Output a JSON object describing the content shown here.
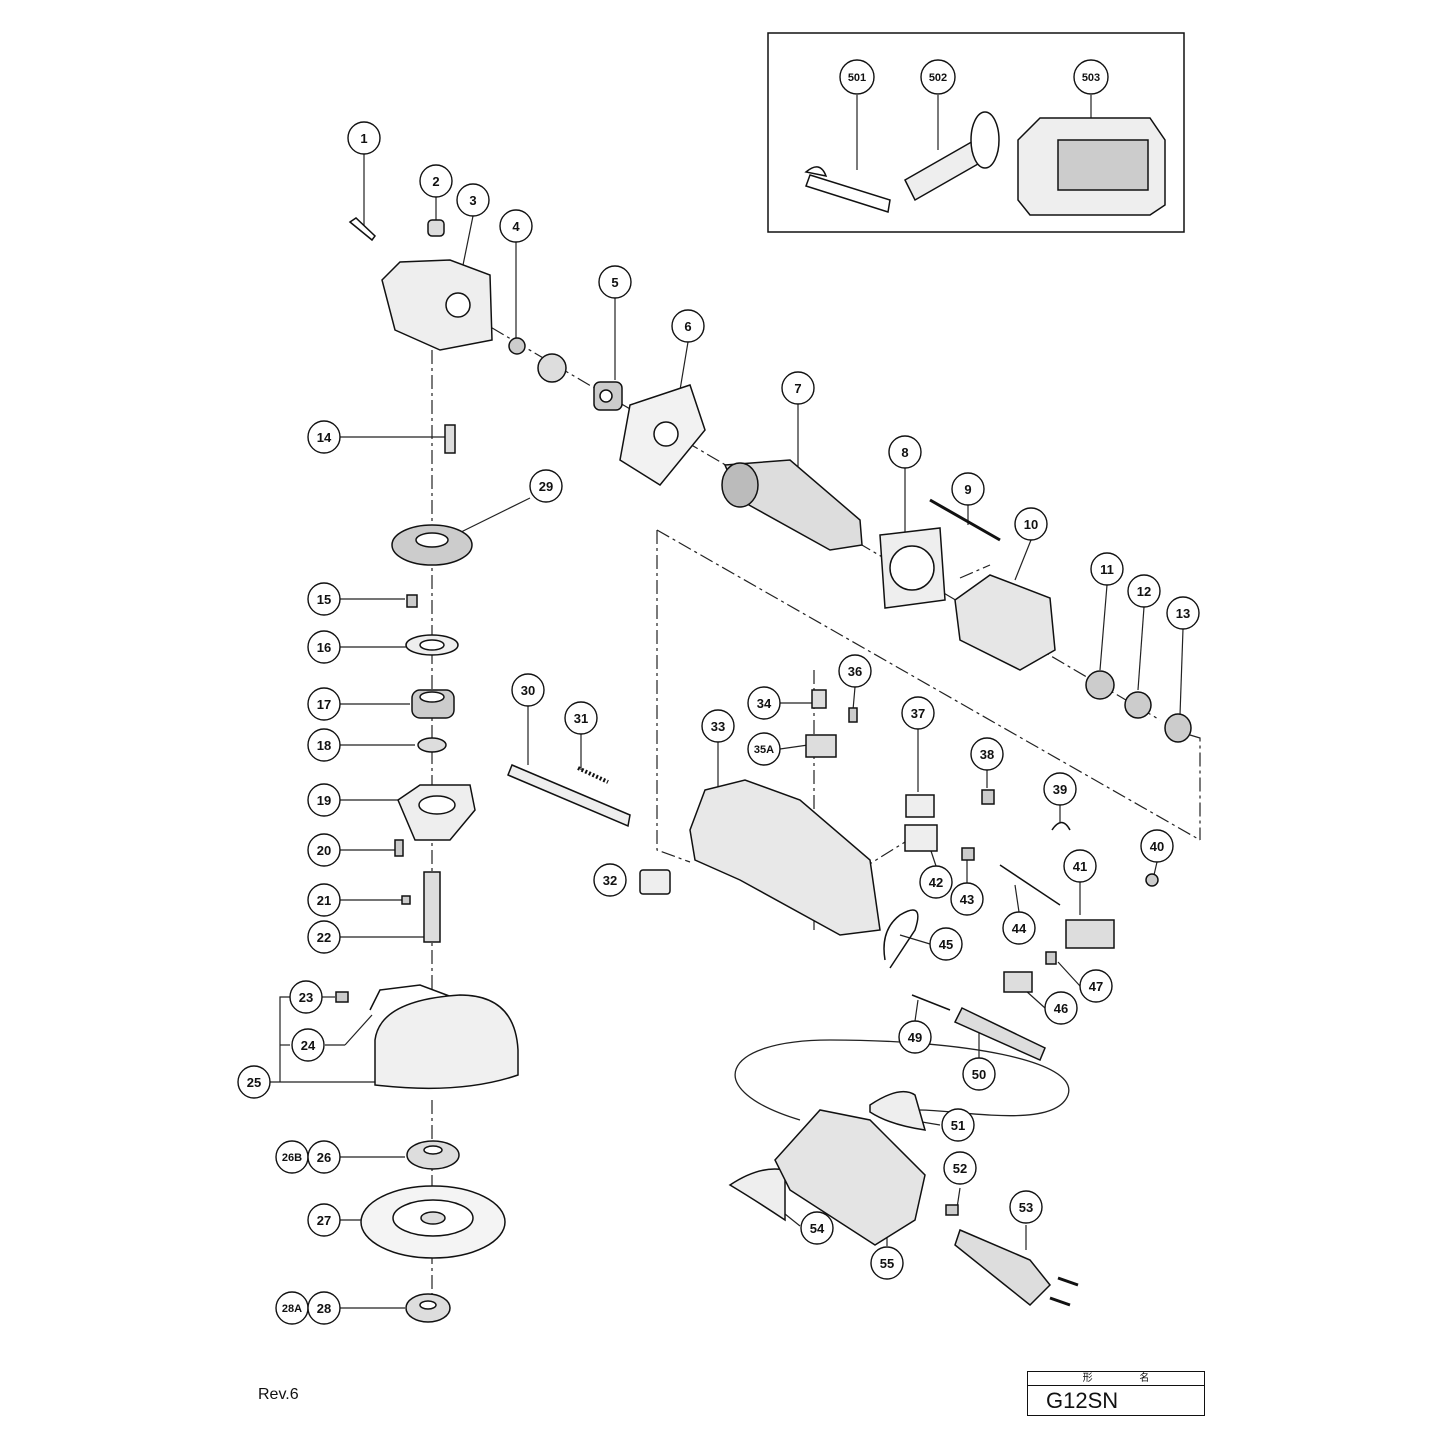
{
  "revision": "Rev.6",
  "model": {
    "header": "形 名",
    "name": "G12SN"
  },
  "labels": {
    "p1": "1",
    "p2": "2",
    "p3": "3",
    "p4": "4",
    "p5": "5",
    "p6": "6",
    "p7": "7",
    "p8": "8",
    "p9": "9",
    "p10": "10",
    "p11": "11",
    "p12": "12",
    "p13": "13",
    "p14": "14",
    "p15": "15",
    "p16": "16",
    "p17": "17",
    "p18": "18",
    "p19": "19",
    "p20": "20",
    "p21": "21",
    "p22": "22",
    "p23": "23",
    "p24": "24",
    "p25": "25",
    "p26": "26",
    "p26b": "26B",
    "p27": "27",
    "p28": "28",
    "p28a": "28A",
    "p29": "29",
    "p30": "30",
    "p31": "31",
    "p32": "32",
    "p33": "33",
    "p34": "34",
    "p35a": "35A",
    "p36": "36",
    "p37": "37",
    "p38": "38",
    "p39": "39",
    "p40": "40",
    "p41": "41",
    "p42": "42",
    "p43": "43",
    "p44": "44",
    "p45": "45",
    "p46": "46",
    "p47": "47",
    "p49": "49",
    "p50": "50",
    "p51": "51",
    "p52": "52",
    "p53": "53",
    "p54": "54",
    "p55": "55",
    "p501": "501",
    "p502": "502",
    "p503": "503"
  }
}
